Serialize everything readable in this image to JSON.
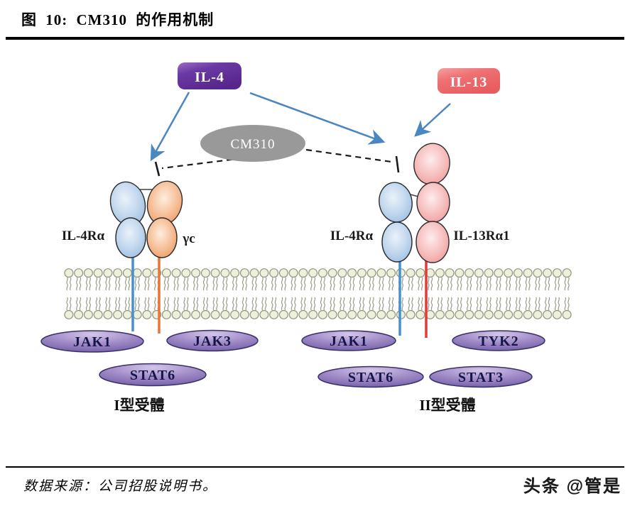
{
  "header": {
    "title": "图 10: CM310 的作用机制"
  },
  "diagram": {
    "cytokines": {
      "il4": "IL-4",
      "il13": "IL-13"
    },
    "drug": {
      "name": "CM310"
    },
    "type1_receptor": {
      "label": "I型受體",
      "chain_left": "IL-4Rα",
      "chain_right": "γc",
      "kinase_left": "JAK1",
      "kinase_right": "JAK3",
      "stat": "STAT6"
    },
    "type2_receptor": {
      "label": "II型受體",
      "chain_left": "IL-4Rα",
      "chain_right": "IL-13Rα1",
      "kinase_left": "JAK1",
      "kinase_right": "TYK2",
      "stat_left": "STAT6",
      "stat_right": "STAT3"
    },
    "colors": {
      "il4_box": "#5e2d95",
      "il13_box": "#ec6a6c",
      "cm310_ellipse": "#999999",
      "il4ra_chain_blue": "#a5c4e6",
      "gc_chain_orange": "#f0a076",
      "il13ra1_chain_pink": "#f3a4a4",
      "signal_molecule_purple": "#7a5fa8",
      "arrow_blue": "#4a86c0",
      "membrane_head": "#eef0dc"
    }
  },
  "footer": {
    "source": "数据来源：公司招股说明书。",
    "watermark": "头条 @管是"
  }
}
